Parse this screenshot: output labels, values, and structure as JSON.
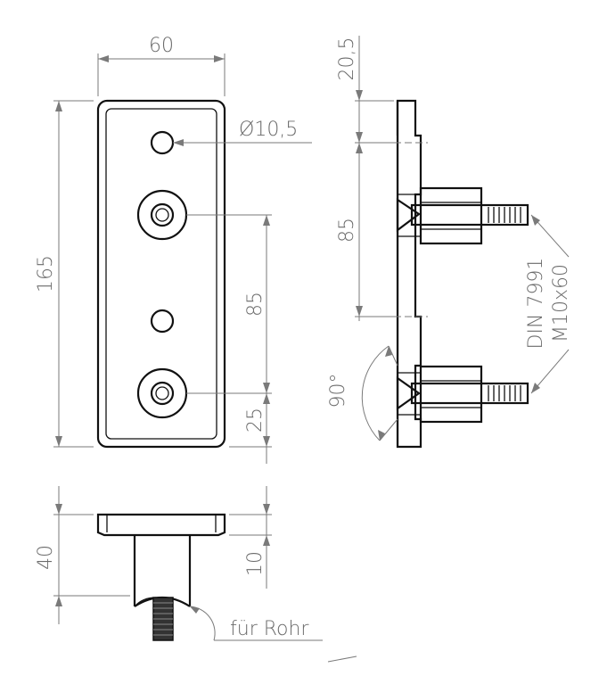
{
  "dimensions": {
    "width_60": "60",
    "height_165": "165",
    "hole_diameter": "Ø10,5",
    "spacing_85_front": "85",
    "edge_25": "25",
    "top_20_5": "20,5",
    "spacing_85_side": "85",
    "angle_90": "90°",
    "height_40": "40",
    "plate_10": "10"
  },
  "labels": {
    "screw_standard": "DIN 7991",
    "screw_size": "M10x60",
    "tube_note": "für Rohr"
  }
}
